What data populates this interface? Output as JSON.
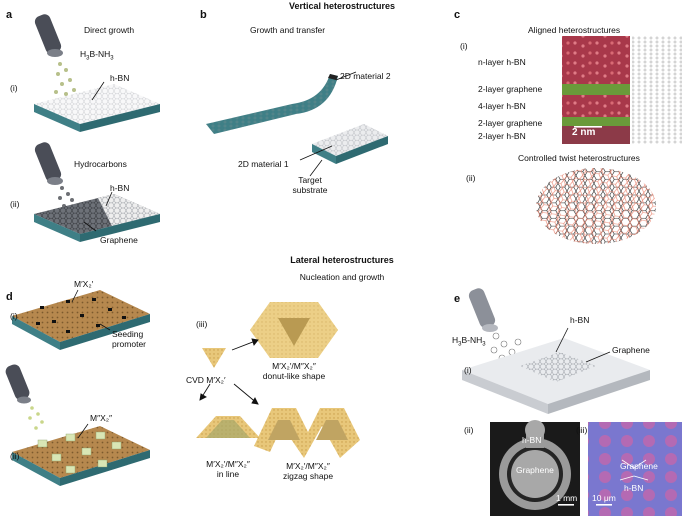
{
  "headings": {
    "vertical": "Vertical heterostructures",
    "lateral": "Lateral heterostructures",
    "nucleation": "Nucleation and growth"
  },
  "panel_a": {
    "letter": "a",
    "title": "Direct growth",
    "i": "(i)",
    "ii": "(ii)",
    "precursor_base": "H",
    "precursor_s1": "3",
    "precursor_mid": "B-NH",
    "precursor_s2": "3",
    "hbn_1": "h-BN",
    "hydrocarbons": "Hydrocarbons",
    "hbn_2": "h-BN",
    "graphene": "Graphene"
  },
  "panel_b": {
    "letter": "b",
    "title": "Growth and transfer",
    "material_2": "2D material 2",
    "material_1": "2D material 1",
    "target_1": "Target",
    "target_2": "substrate"
  },
  "panel_c": {
    "letter": "c",
    "title_aligned": "Aligned heterostructures",
    "i": "(i)",
    "layers": [
      "n-layer h-BN",
      "2-layer graphene",
      "4-layer h-BN",
      "2-layer graphene",
      "2-layer h-BN"
    ],
    "scale": "2 nm",
    "title_twist": "Controlled twist heterostructures",
    "ii": "(ii)"
  },
  "panel_d": {
    "letter": "d",
    "i": "(i)",
    "ii": "(ii)",
    "iii": "(iii)",
    "mx1": "M′X₂′",
    "seeding_1": "Seeding",
    "seeding_2": "promoter",
    "mx2": "M″X₂″",
    "cvd": "CVD M′X₂′",
    "donut_1": "M′X₂′/M″X₂″",
    "donut_2": "donut-like shape",
    "inline_1": "M′X₂′/M″X₂″",
    "inline_2": "in line",
    "zigzag_1": "M′X₂′/M″X₂″",
    "zigzag_2": "zigzag shape"
  },
  "panel_e": {
    "letter": "e",
    "i": "(i)",
    "ii": "(ii)",
    "iii": "(iii)",
    "hbn": "h-BN",
    "precursor_base": "H",
    "precursor_s1": "3",
    "precursor_mid": "B-NH",
    "precursor_s2": "3",
    "graphene": "Graphene",
    "sem_hbn": "h-BN",
    "sem_graphene": "Graphene",
    "sem_scale": "1 mm",
    "om_graphene": "Graphene",
    "om_hbn": "h-BN",
    "om_scale": "10 μm"
  },
  "colors": {
    "substrate_top": "#e9ebee",
    "substrate_side": "#3f7f86",
    "tmd": "#b6884e",
    "tmd_dark": "#7c5a2d",
    "seed": "#111111",
    "islands": "#d9e6b5",
    "flake": "#e8c77a",
    "stem_red": "#a8384a",
    "stem_green": "#6a9a3a",
    "om_bg": "#7a77cf",
    "om_dot": "#b46ab3"
  }
}
